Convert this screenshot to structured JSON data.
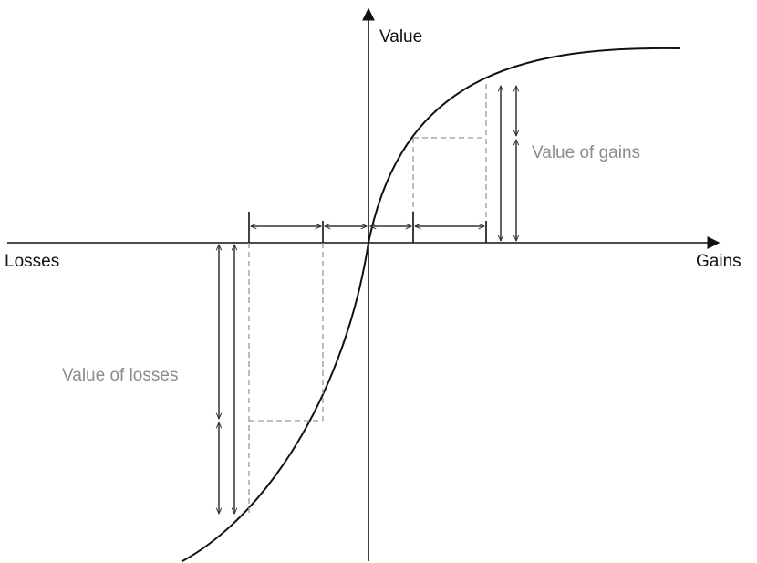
{
  "labels": {
    "y_axis": "Value",
    "x_left": "Losses",
    "x_right": "Gains",
    "value_of_gains": "Value of gains",
    "value_of_losses": "Value of losses"
  },
  "colors": {
    "ink": "#111111",
    "annotation_gray": "#8c8c8c",
    "dashed_guides": "#9a9a9a"
  }
}
